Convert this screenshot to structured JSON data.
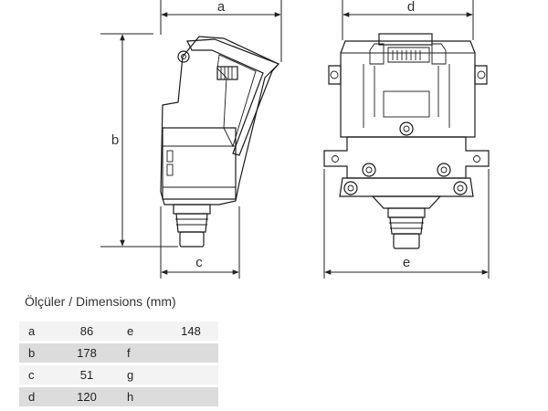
{
  "dimension_labels": {
    "a": "a",
    "b": "b",
    "c": "c",
    "d": "d",
    "e": "e"
  },
  "table": {
    "title": "Ölçüler / Dimensions (mm)",
    "rows": [
      {
        "label1": "a",
        "value1": "86",
        "label2": "e",
        "value2": "148"
      },
      {
        "label1": "b",
        "value1": "178",
        "label2": "f",
        "value2": ""
      },
      {
        "label1": "c",
        "value1": "51",
        "label2": "g",
        "value2": ""
      },
      {
        "label1": "d",
        "value1": "120",
        "label2": "h",
        "value2": ""
      }
    ]
  }
}
